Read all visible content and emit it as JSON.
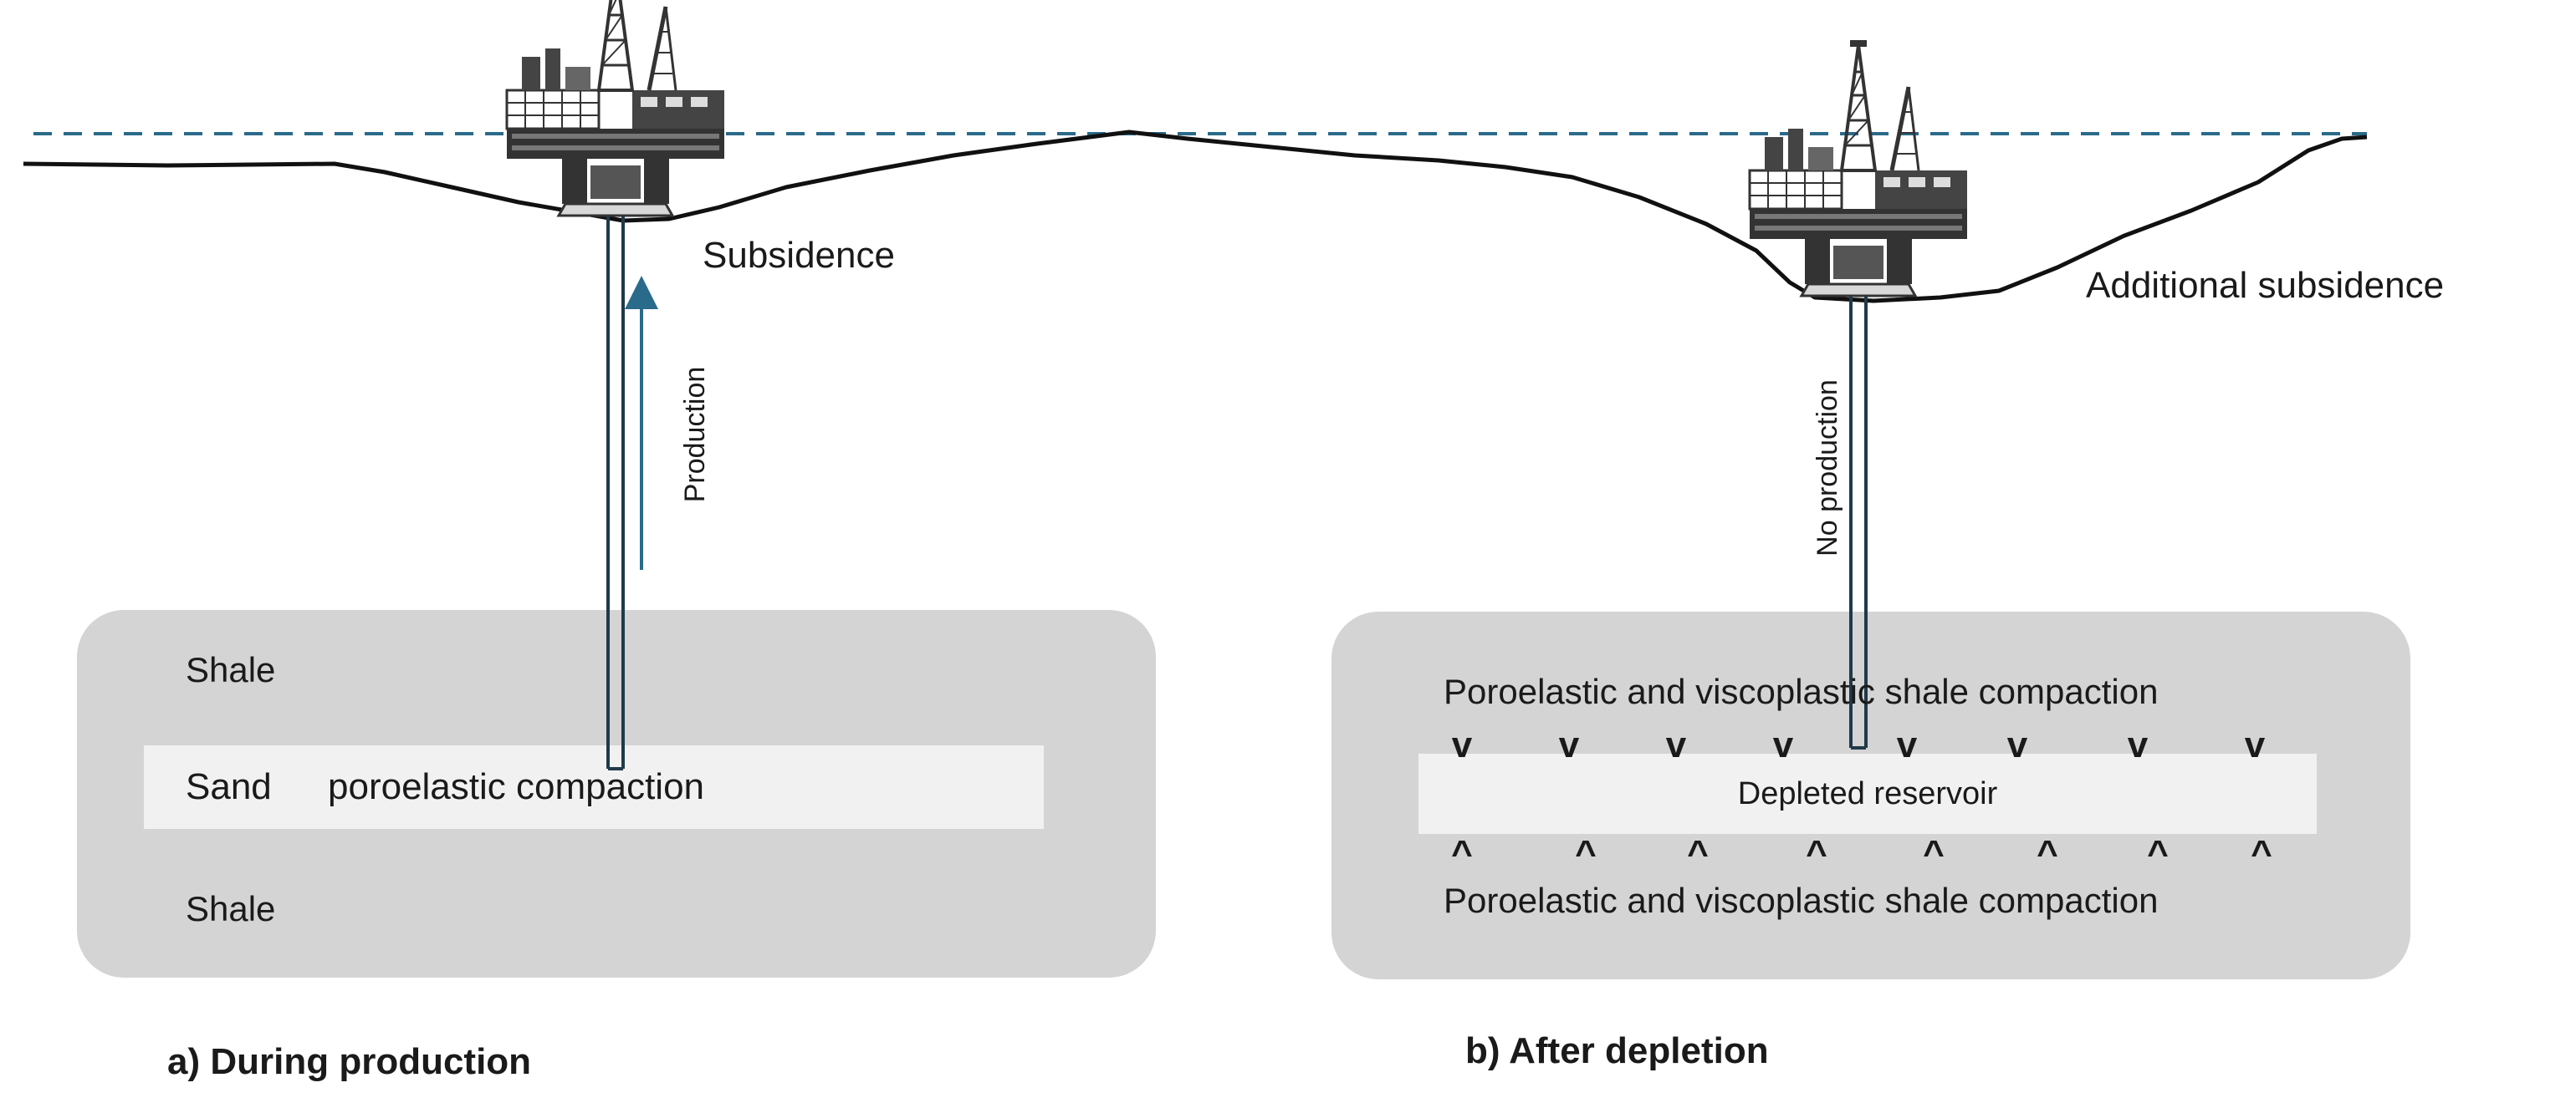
{
  "labels": {
    "subsidence": "Subsidence",
    "additional_subsidence": "Additional subsidence",
    "production": "Production",
    "no_production": "No production"
  },
  "panel_a": {
    "caption": "a) During production",
    "shale_top": "Shale",
    "sand": "Sand",
    "sand_compaction": "poroelastic compaction",
    "shale_bottom": "Shale"
  },
  "panel_b": {
    "caption": "b) After depletion",
    "shale_top": "Poroelastic  and viscoplastic shale compaction",
    "reservoir": "Depleted reservoir",
    "shale_bottom": "Poroelastic and viscoplastic shale compaction",
    "down_marker": "v",
    "up_marker": "^"
  },
  "colors": {
    "water_line": "#2a6a8a",
    "shale_box": "#d4d4d4",
    "sand_layer": "#f1f1f1",
    "arrow": "#2a6a8a",
    "platform": "#333333"
  }
}
